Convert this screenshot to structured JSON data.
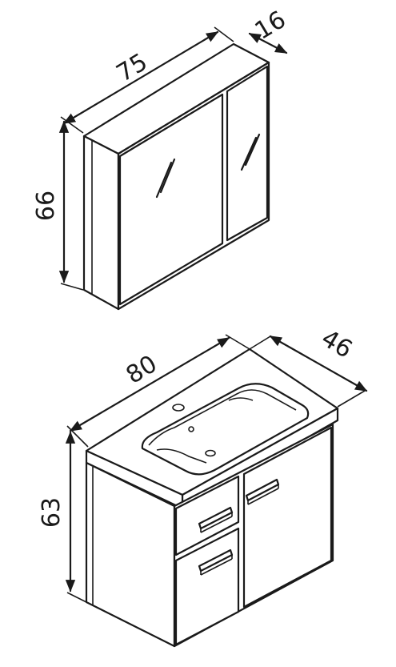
{
  "diagram": {
    "mirror_cabinet": {
      "width_label": "75",
      "depth_label": "16",
      "height_label": "66"
    },
    "vanity_unit": {
      "width_label": "80",
      "depth_label": "46",
      "height_label": "63"
    },
    "colors": {
      "line": "#1a1a1a",
      "background": "#ffffff"
    }
  }
}
